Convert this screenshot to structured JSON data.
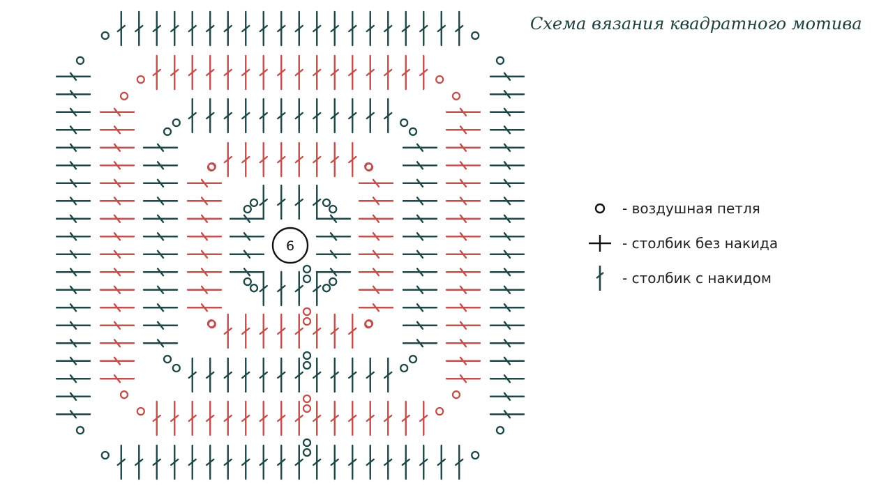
{
  "title": "Схема вязания квадратного мотива",
  "center_label": "6",
  "colors": {
    "dark": "#1e4646",
    "red": "#c0504d",
    "outline": "#111111"
  },
  "legend": [
    {
      "symbol": "circle-icon",
      "text": "- воздушная петля"
    },
    {
      "symbol": "cross-icon",
      "text": "- столбик без накида"
    },
    {
      "symbol": "tall-stitch-icon",
      "text": "- столбик с накидом"
    }
  ],
  "rounds": [
    {
      "round": 1,
      "color": "dark",
      "stitch": "tall",
      "count_per_side": 4
    },
    {
      "round": 2,
      "color": "red",
      "stitch": "tall",
      "count_per_side": 8
    },
    {
      "round": 3,
      "color": "dark",
      "stitch": "tall",
      "count_per_side": 12
    },
    {
      "round": 4,
      "color": "red",
      "stitch": "tall",
      "count_per_side": 16
    },
    {
      "round": 5,
      "color": "dark",
      "stitch": "tall",
      "count_per_side": 20
    }
  ]
}
